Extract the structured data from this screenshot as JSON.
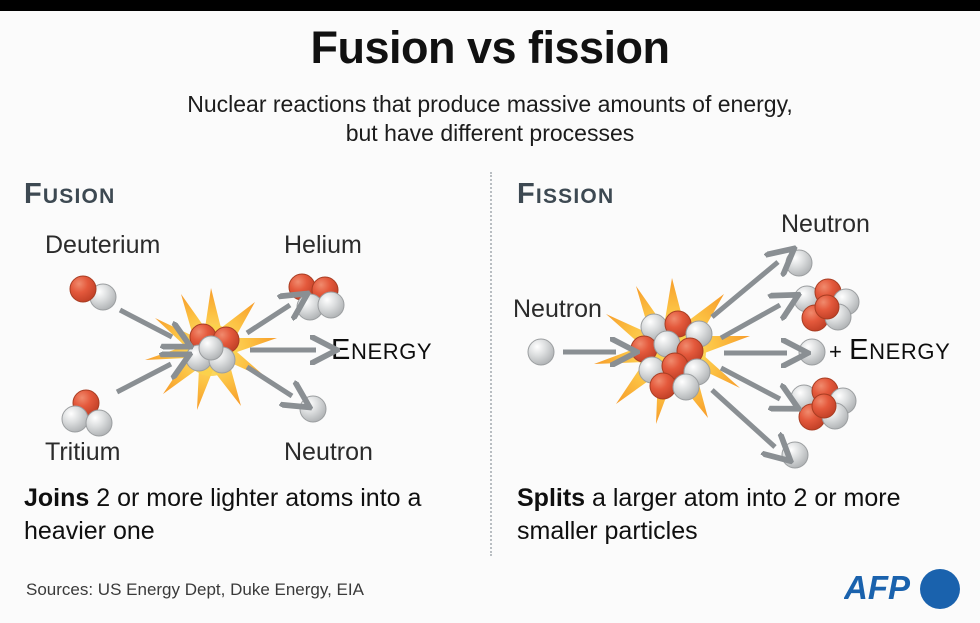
{
  "header": {
    "title": "Fusion vs fission",
    "subtitle_line1": "Nuclear reactions that produce massive amounts of energy,",
    "subtitle_line2": "but have different processes"
  },
  "panels": {
    "fusion": {
      "heading_cap": "F",
      "heading_rest": "USION",
      "heading_full": "FUSION",
      "inputs": [
        {
          "label": "Deuterium",
          "protons": 1,
          "neutrons": 1
        },
        {
          "label": "Tritium",
          "protons": 1,
          "neutrons": 2
        }
      ],
      "outputs": [
        {
          "label": "Helium",
          "protons": 2,
          "neutrons": 2
        },
        {
          "label": "Neutron",
          "protons": 0,
          "neutrons": 1
        }
      ],
      "energy_cap": "E",
      "energy_rest": "NERGY",
      "energy_full": "ENERGY",
      "summary_bold": "Joins",
      "summary_rest": " 2 or more lighter atoms into a heavier one"
    },
    "fission": {
      "heading_cap": "F",
      "heading_rest": "ISSION",
      "heading_full": "FISSION",
      "input_label": "Neutron",
      "output_top_label": "Neutron",
      "energy_prefix": "+ ",
      "energy_cap": "E",
      "energy_rest": "NERGY",
      "energy_full": "+ ENERGY",
      "summary_bold": "Splits",
      "summary_rest": " a larger atom into 2 or more smaller particles"
    }
  },
  "footer": {
    "sources": "Sources: US Energy Dept, Duke Energy, EIA",
    "logo_text": "AFP"
  },
  "colors": {
    "background": "#fbfbfb",
    "topbar": "#000000",
    "heading": "#3d4952",
    "text": "#111111",
    "arrow": "#8a8f93",
    "proton": "#e0543a",
    "neutron": "#cfd1d2",
    "burst_outer": "#f9a02a",
    "burst_inner": "#fbd14b",
    "divider": "#b9bec2",
    "afp_blue": "#1a62ad"
  }
}
